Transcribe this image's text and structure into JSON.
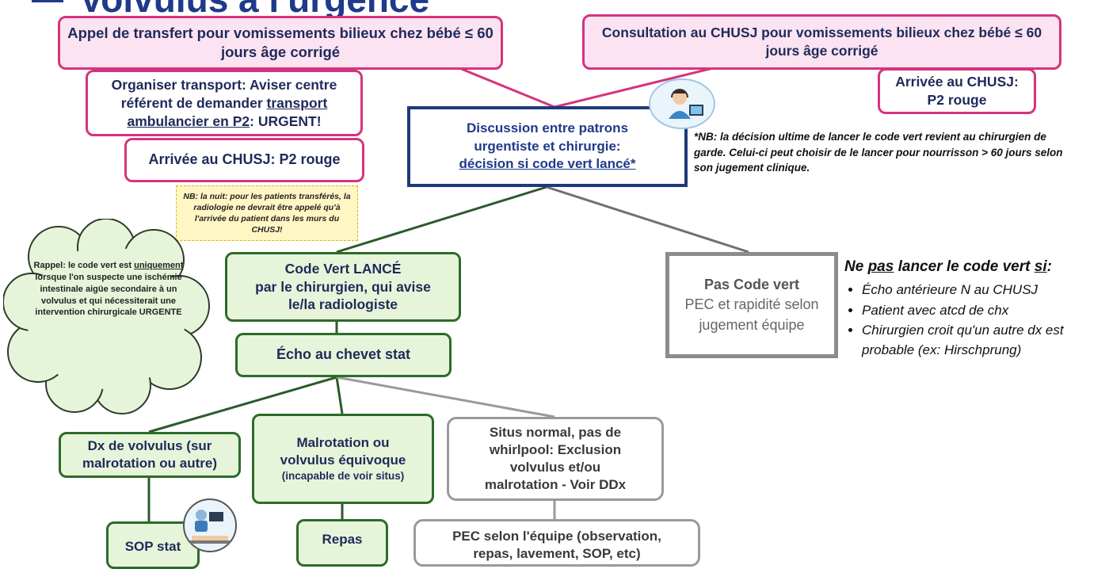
{
  "title": "Volvulus à l'urgence",
  "boxes": {
    "appel": "Appel de transfert pour vomissements bilieux chez bébé ≤ 60 jours âge corrigé",
    "consultation": "Consultation au CHUSJ pour vomissements bilieux chez bébé ≤ 60 jours âge corrigé",
    "organiser_prefix": "Organiser transport: Aviser centre référent de demander ",
    "organiser_link": "transport ambulancier en P2",
    "organiser_suffix": ": URGENT!",
    "arrivee_left": "Arrivée au CHUSJ: P2 rouge",
    "arrivee_right_1": "Arrivée au CHUSJ:",
    "arrivee_right_2": "P2 rouge",
    "discussion_1": "Discussion entre patrons",
    "discussion_2": "urgentiste et chirurgie:",
    "discussion_3": "décision si code vert lancé*",
    "nb_right": "*NB: la décision ultime de lancer le code vert revient au chirurgien de garde. Celui-ci peut choisir de le lancer pour nourrisson > 60 jours selon son jugement clinique.",
    "nb_night": "NB: la nuit: pour les patients transférés, la radiologie ne devrait être appelé qu'à l'arrivée du patient dans les murs du CHUSJ!",
    "cloud_prefix": "Rappel: le code vert est ",
    "cloud_underline": "uniquement",
    "cloud_suffix": " lorsque l'on suspecte une ischémie intestinale aigüe secondaire à un volvulus et qui nécessiterait une intervention chirurgicale URGENTE",
    "code_vert_1": "Code Vert LANCÉ",
    "code_vert_2": "par le chirurgien, qui avise",
    "code_vert_3": "le/la radiologiste",
    "echo": "Écho au chevet stat",
    "pas_code_1": "Pas Code vert",
    "pas_code_2": "PEC et rapidité selon",
    "pas_code_3": "jugement équipe",
    "dx_volvulus_1": "Dx de volvulus (sur",
    "dx_volvulus_2": "malrotation ou autre)",
    "malrotation_1": "Malrotation ou",
    "malrotation_2": "volvulus équivoque",
    "malrotation_3": "(incapable de voir situs)",
    "situs_1": "Situs normal, pas de",
    "situs_2": "whirlpool: Exclusion",
    "situs_3": "volvulus et/ou",
    "situs_4": "malrotation - Voir DDx",
    "sop": "SOP stat",
    "repas": "Repas",
    "pec_1": "PEC selon l'équipe (observation,",
    "pec_2": "repas, lavement, SOP, etc)"
  },
  "side_list": {
    "heading_pre": "Ne ",
    "heading_pas": "pas",
    "heading_mid": " lancer le code vert ",
    "heading_si": "si",
    "heading_colon": ":",
    "items": [
      "Écho antérieure N au CHUSJ",
      "Patient avec atcd de chx",
      "Chirurgien croit qu'un autre dx est probable (ex: Hirschprung)"
    ]
  },
  "colors": {
    "pink_border": "#d6337f",
    "pink_fill": "#fbe3f2",
    "navy": "#1f3a7a",
    "green_border": "#2d6b2a",
    "green_fill": "#e6f5d9",
    "grey": "#9a9a9a",
    "note_fill": "#fff6c4"
  },
  "icons": [
    "doctor-call-icon",
    "surgery-icon",
    "logo-icon"
  ]
}
